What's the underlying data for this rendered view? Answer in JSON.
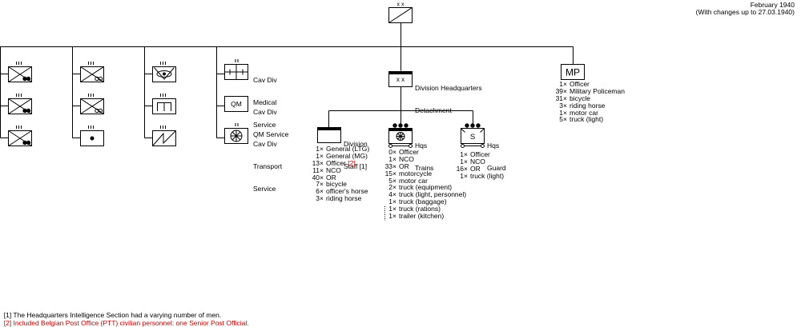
{
  "header": {
    "date": "February 1940",
    "changes": "(With changes up to 27.03.1940)"
  },
  "top_symbol": {
    "size_marker": "x x"
  },
  "sub_units": {
    "cav_div_medical": [
      "Cav Div",
      "Medical",
      "Service"
    ],
    "cav_div_qm": [
      "Cav Div",
      "QM Service"
    ],
    "cav_div_transport": [
      "Cav Div",
      "Transport",
      "Service"
    ],
    "qm_symbol_text": "QM"
  },
  "hq_detachment": {
    "label": [
      "Division Headquarters",
      "Detachment"
    ],
    "symbol_text": "x x"
  },
  "mp": {
    "symbol_text": "MP",
    "items": [
      {
        "qty": "1×",
        "text": "Officer"
      },
      {
        "qty": "39×",
        "text": "Military Policeman"
      },
      {
        "qty": "31×",
        "text": "bicycle"
      },
      {
        "qty": "3×",
        "text": "riding horse"
      },
      {
        "qty": "1×",
        "text": "motor car"
      },
      {
        "qty": "5×",
        "text": "truck (light)"
      }
    ]
  },
  "division_staff": {
    "label": [
      "Division",
      "Staff [1]"
    ],
    "items": [
      {
        "qty": "1×",
        "text": "General (LTG)"
      },
      {
        "qty": "1×",
        "text": "General (MG)"
      },
      {
        "qty": "13×",
        "text": "Officer ",
        "note": "[2]"
      },
      {
        "qty": "11×",
        "text": "NCO"
      },
      {
        "qty": "40×",
        "text": "OR"
      },
      {
        "qty": "7×",
        "text": "bicycle"
      },
      {
        "qty": "6×",
        "text": "officer's horse"
      },
      {
        "qty": "3×",
        "text": "riding horse"
      }
    ]
  },
  "hqs_trains": {
    "label": [
      "Hqs",
      "Trains"
    ],
    "items": [
      {
        "qty": "0×",
        "text": "Officer"
      },
      {
        "qty": "1×",
        "text": "NCO"
      },
      {
        "qty": "33×",
        "text": "OR"
      },
      {
        "qty": "15×",
        "text": "motorcycle"
      },
      {
        "qty": "5×",
        "text": "motor car"
      },
      {
        "qty": "2×",
        "text": "truck (equipment)"
      },
      {
        "qty": "4×",
        "text": "truck (light, personnel)"
      },
      {
        "qty": "1×",
        "text": "truck (baggage)"
      },
      {
        "qty": "1×",
        "text": "truck (rations)"
      },
      {
        "qty": "1×",
        "text": "trailer (kitchen)"
      }
    ]
  },
  "hqs_guard": {
    "label": [
      "Hqs",
      "Guard"
    ],
    "symbol_text": "S",
    "items": [
      {
        "qty": "1×",
        "text": "Officer"
      },
      {
        "qty": "1×",
        "text": "NCO"
      },
      {
        "qty": "16×",
        "text": "OR"
      },
      {
        "qty": "1×",
        "text": "truck (light)"
      }
    ]
  },
  "footnotes": [
    {
      "mark": "[1]",
      "text": " The Headquarters Intelligence Section had a varying number of men."
    },
    {
      "mark": "[2]",
      "text": " Included Belgian Post Office (PTT) civilian personnel: one Senior Post Official."
    }
  ],
  "colors": {
    "ink": "#000000",
    "note_red": "#c00000",
    "background": "#ffffff"
  }
}
